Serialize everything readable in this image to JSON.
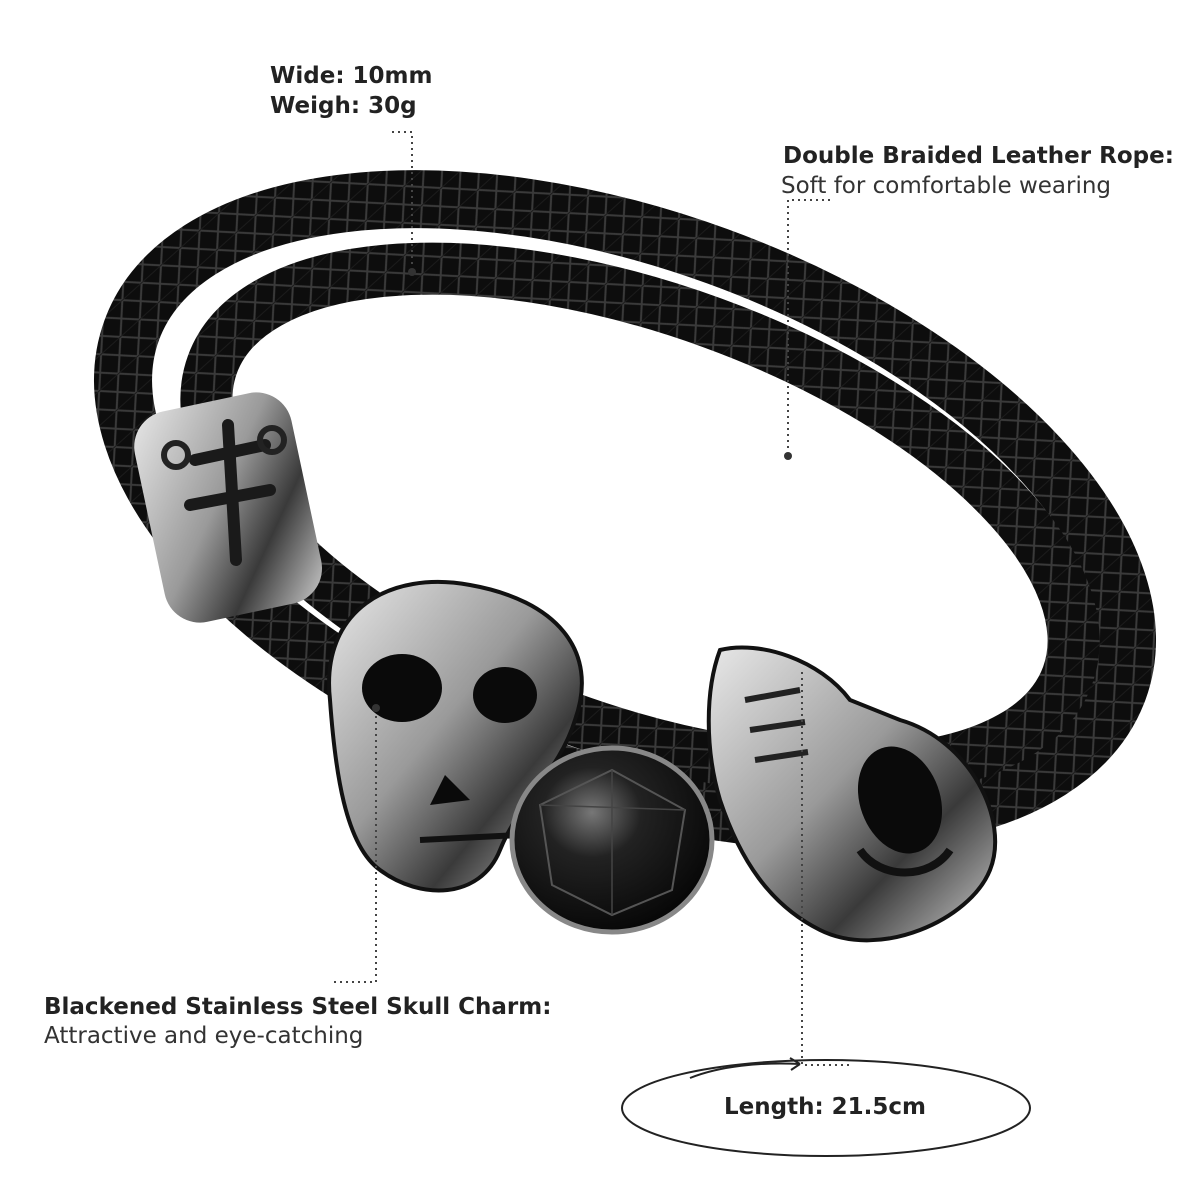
{
  "annotations": {
    "specs": {
      "width_text": "Wide: 10mm",
      "weight_text": "Weigh: 30g"
    },
    "rope": {
      "title": "Double Braided Leather Rope:",
      "description": "Soft for comfortable wearing"
    },
    "charm": {
      "title": "Blackened Stainless Steel Skull Charm:",
      "description": "Attractive and eye-catching"
    },
    "length": {
      "text": "Length: 21.5cm"
    }
  },
  "colors": {
    "background": "#ffffff",
    "leather": "#0b0b0b",
    "steel": "#b9b9b9",
    "gem": "#141414",
    "text": "#222222"
  },
  "icons": {
    "leader": "dotted-leader-line",
    "badge": "ellipse-outline",
    "arrow": "curved-arrow-icon"
  }
}
